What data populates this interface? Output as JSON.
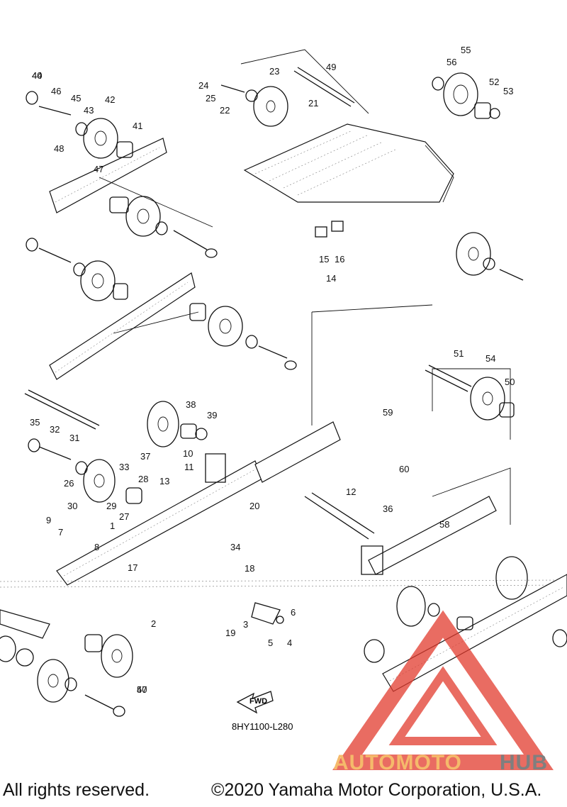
{
  "diagram": {
    "reference_code": "8HY1100-L280",
    "fwd_label": "FWD",
    "callouts": [
      "44",
      "46",
      "45",
      "43",
      "42",
      "41",
      "48",
      "47",
      "24",
      "25",
      "23",
      "22",
      "21",
      "49",
      "56",
      "55",
      "52",
      "53",
      "15",
      "16",
      "14",
      "51",
      "54",
      "50",
      "35",
      "32",
      "31",
      "37",
      "38",
      "39",
      "10",
      "11",
      "13",
      "33",
      "28",
      "26",
      "30",
      "29",
      "27",
      "20",
      "12",
      "36",
      "59",
      "60",
      "58",
      "9",
      "7",
      "8",
      "1",
      "17",
      "34",
      "18",
      "19",
      "3",
      "5",
      "4",
      "6",
      "2",
      "57",
      "40",
      "40"
    ]
  },
  "footer": {
    "rights": "All rights reserved.",
    "copyright": "©2020 Yamaha Motor Corporation, U.S.A."
  },
  "watermark": {
    "brand_a": "AUTOMOTO",
    "brand_b": "HUB",
    "color_primary": "#e23b2e",
    "color_secondary": "#f2a33a",
    "color_dark": "#555555"
  }
}
